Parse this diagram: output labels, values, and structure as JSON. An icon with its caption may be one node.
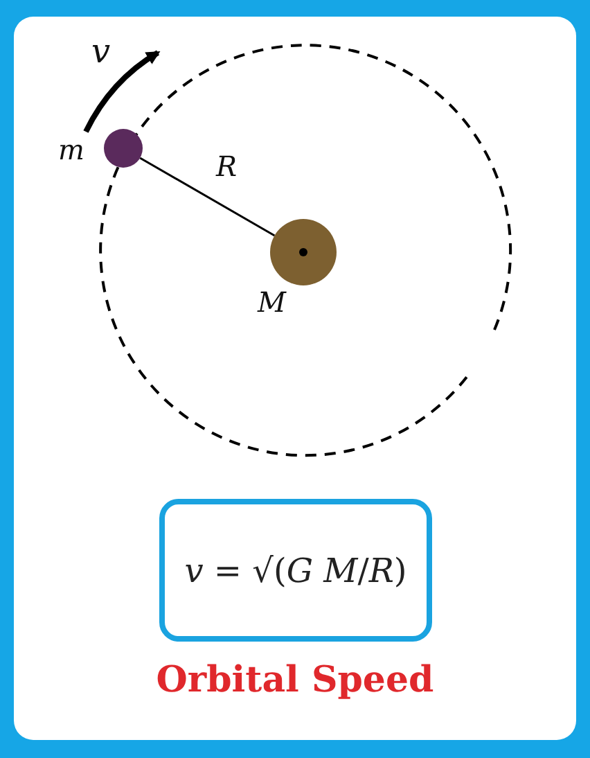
{
  "diagram": {
    "caption": "Orbital Speed",
    "nodes": [
      {
        "text": [],
        "shape": "circle",
        "beside": [
          "m"
        ]
      },
      {
        "text": [],
        "shape": "circle",
        "beside": [
          "M"
        ]
      },
      {
        "text": [
          "*v* = √(*G* *M*/*R*)"
        ]
      }
    ],
    "edges": [
      {
        "from": 0,
        "to": 1,
        "arrow": "none",
        "label": "R"
      }
    ],
    "labels": [
      "v"
    ]
  }
}
